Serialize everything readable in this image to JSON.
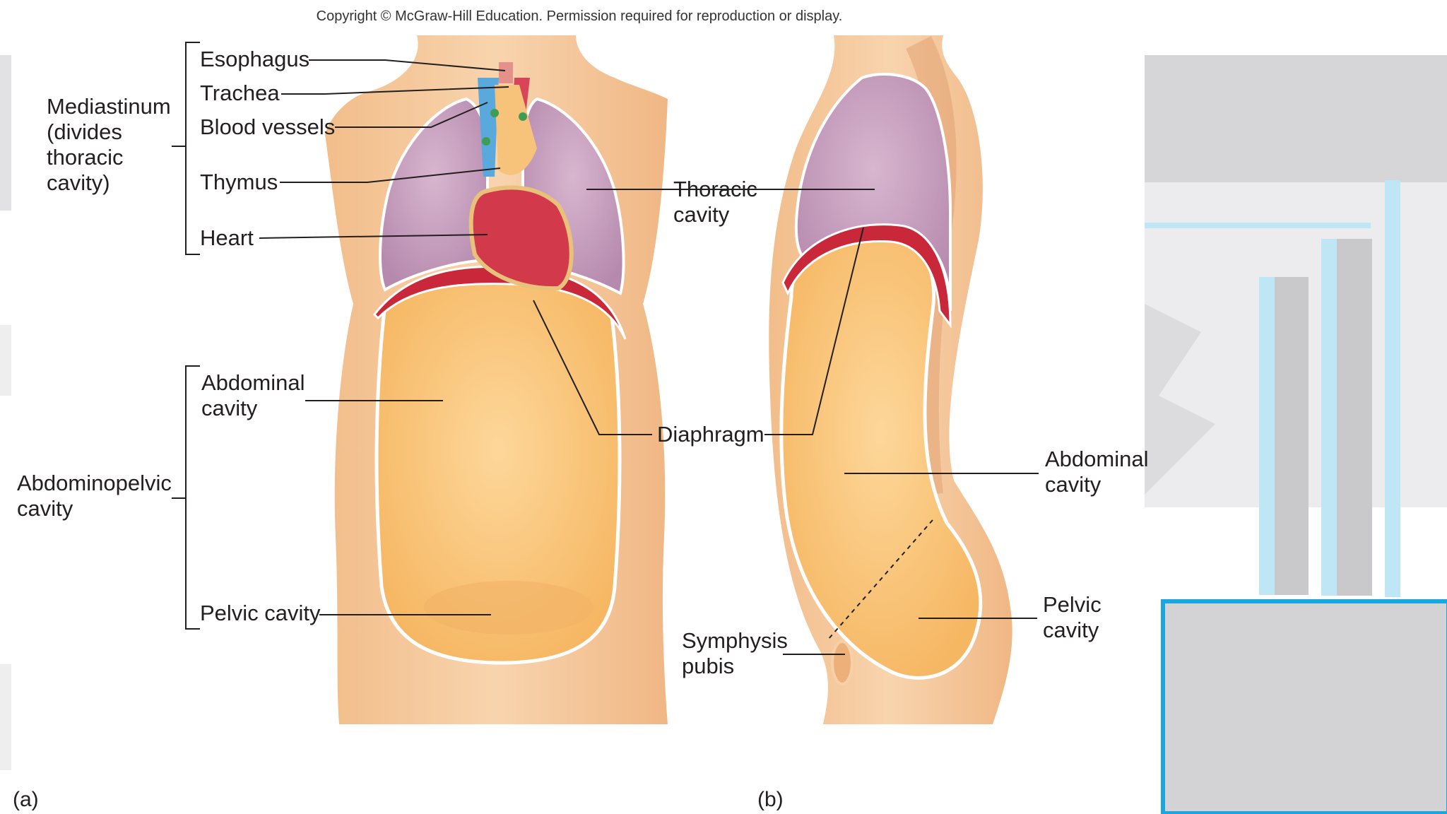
{
  "copyright": "Copyright © McGraw-Hill Education. Permission required for reproduction or display.",
  "panel_a": {
    "letter": "(a)",
    "group_labels": {
      "mediastinum": "Mediastinum\n(divides\nthoracic\ncavity)",
      "abdominopelvic": "Abdominopelvic\ncavity"
    },
    "labels": {
      "esophagus": "Esophagus",
      "trachea": "Trachea",
      "blood_vessels": "Blood vessels",
      "thymus": "Thymus",
      "heart": "Heart",
      "abdominal_cavity": "Abdominal\ncavity",
      "pelvic_cavity": "Pelvic cavity",
      "thoracic_cavity": "Thoracic\ncavity",
      "diaphragm": "Diaphragm"
    }
  },
  "panel_b": {
    "letter": "(b)",
    "labels": {
      "abdominal_cavity": "Abdominal\ncavity",
      "pelvic_cavity": "Pelvic\ncavity",
      "symphysis_pubis": "Symphysis\npubis"
    }
  },
  "colors": {
    "skin": "#f6c99a",
    "skin_dark": "#eeb07a",
    "lung": "#c9a2c2",
    "abdomen": "#fbc982",
    "diaphragm": "#c8283a",
    "heart": "#d23a4c",
    "vessel_blue": "#5aa9dd",
    "accent_cyan": "#1aa7e0",
    "panel_gray": "#d8d8da"
  }
}
